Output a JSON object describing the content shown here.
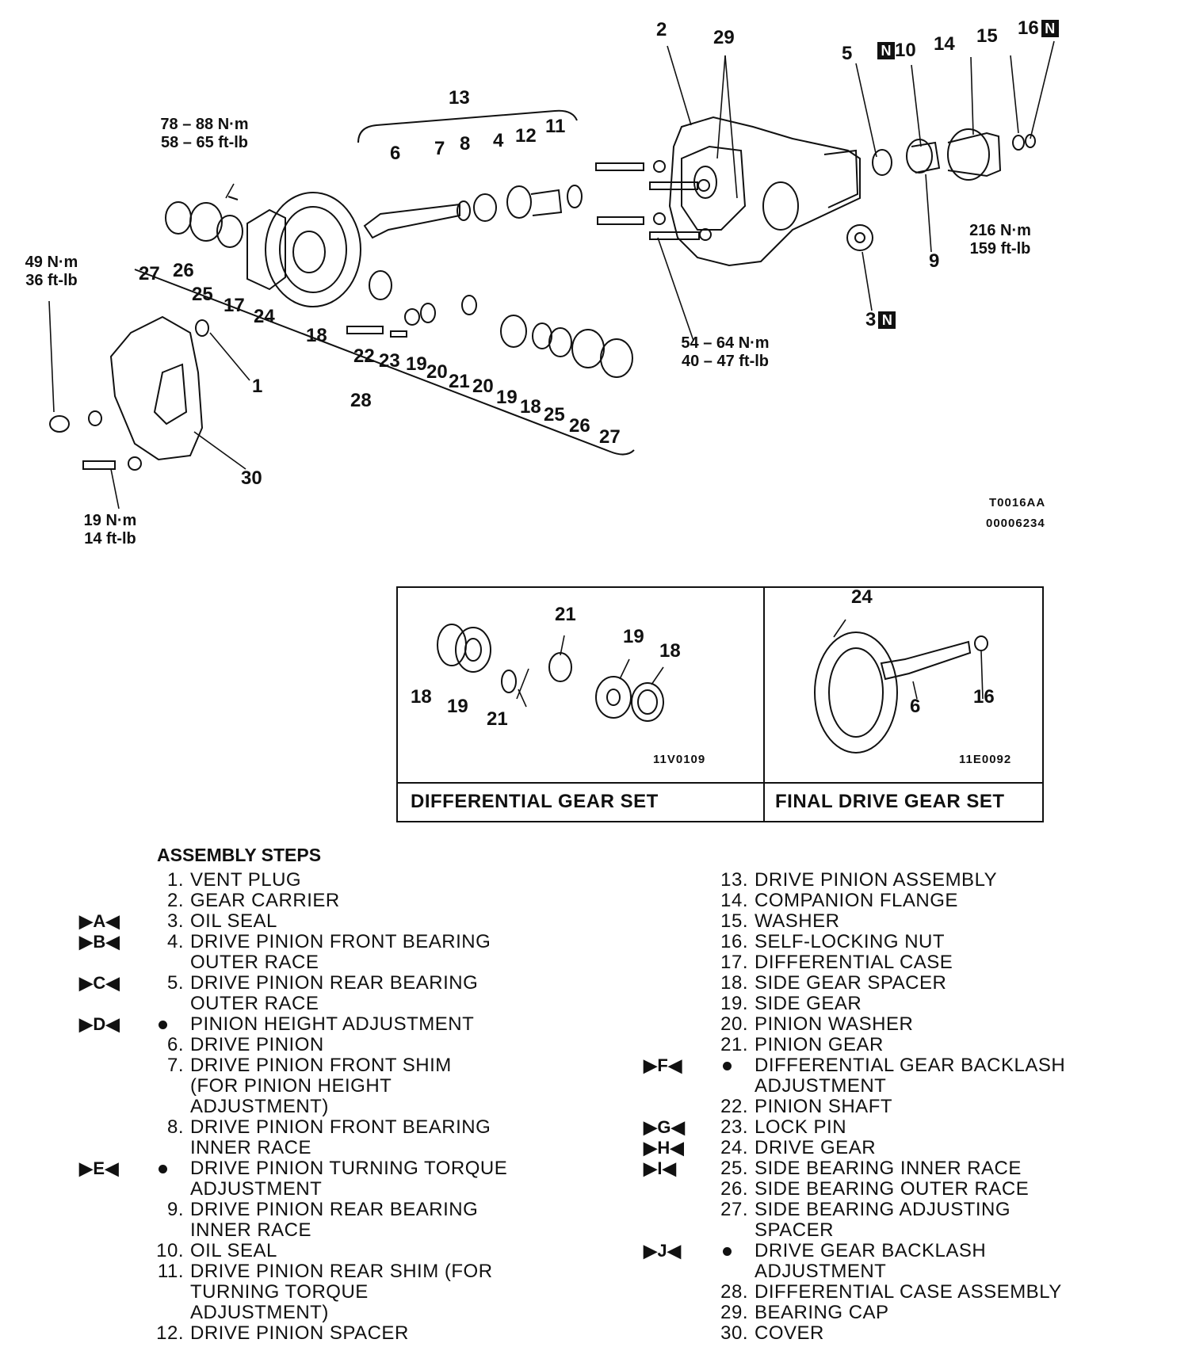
{
  "diagram": {
    "callouts": [
      "2",
      "29",
      "5",
      "10",
      "14",
      "15",
      "16",
      "13",
      "6",
      "7",
      "8",
      "4",
      "12",
      "11",
      "27",
      "26",
      "25",
      "17",
      "24",
      "18",
      "22",
      "23",
      "19",
      "20",
      "21",
      "20",
      "19",
      "18",
      "25",
      "26",
      "27",
      "1",
      "28",
      "30",
      "9",
      "3"
    ],
    "n_mark": "N",
    "torque_specs": [
      {
        "nm": "78 – 88 N·m",
        "ftlb": "58 – 65 ft-lb"
      },
      {
        "nm": "49 N·m",
        "ftlb": "36 ft-lb"
      },
      {
        "nm": "216 N·m",
        "ftlb": "159 ft-lb"
      },
      {
        "nm": "54 – 64 N·m",
        "ftlb": "40 – 47 ft-lb"
      },
      {
        "nm": "19 N·m",
        "ftlb": "14 ft-lb"
      }
    ],
    "codes": [
      "T0016AA",
      "00006234"
    ]
  },
  "inset": {
    "left": {
      "callouts": [
        "21",
        "19",
        "18",
        "18",
        "19",
        "21"
      ],
      "code": "11V0109",
      "caption": "DIFFERENTIAL GEAR SET"
    },
    "right": {
      "callouts": [
        "24",
        "6",
        "16"
      ],
      "code": "11E0092",
      "caption": "FINAL DRIVE GEAR SET"
    }
  },
  "assembly": {
    "title": "ASSEMBLY STEPS",
    "left": [
      {
        "mark": "",
        "num": "1.",
        "lines": [
          "VENT PLUG"
        ]
      },
      {
        "mark": "",
        "num": "2.",
        "lines": [
          "GEAR CARRIER"
        ]
      },
      {
        "mark": "▶A◀",
        "num": "3.",
        "lines": [
          "OIL SEAL"
        ]
      },
      {
        "mark": "▶B◀",
        "num": "4.",
        "lines": [
          "DRIVE PINION FRONT BEARING",
          "OUTER RACE"
        ]
      },
      {
        "mark": "▶C◀",
        "num": "5.",
        "lines": [
          "DRIVE PINION REAR BEARING",
          "OUTER RACE"
        ]
      },
      {
        "mark": "▶D◀",
        "num": "●",
        "lines": [
          "PINION HEIGHT ADJUSTMENT"
        ]
      },
      {
        "mark": "",
        "num": "6.",
        "lines": [
          "DRIVE PINION"
        ]
      },
      {
        "mark": "",
        "num": "7.",
        "lines": [
          "DRIVE PINION FRONT SHIM",
          "(FOR PINION HEIGHT",
          "ADJUSTMENT)"
        ]
      },
      {
        "mark": "",
        "num": "8.",
        "lines": [
          "DRIVE PINION FRONT BEARING",
          "INNER RACE"
        ]
      },
      {
        "mark": "▶E◀",
        "num": "●",
        "lines": [
          "DRIVE PINION TURNING TORQUE",
          "ADJUSTMENT"
        ]
      },
      {
        "mark": "",
        "num": "9.",
        "lines": [
          "DRIVE PINION REAR BEARING",
          "INNER RACE"
        ]
      },
      {
        "mark": "",
        "num": "10.",
        "lines": [
          "OIL SEAL"
        ]
      },
      {
        "mark": "",
        "num": "11.",
        "lines": [
          "DRIVE PINION REAR SHIM (FOR",
          "TURNING TORQUE",
          "ADJUSTMENT)"
        ]
      },
      {
        "mark": "",
        "num": "12.",
        "lines": [
          "DRIVE PINION SPACER"
        ]
      }
    ],
    "right": [
      {
        "mark": "",
        "num": "13.",
        "lines": [
          "DRIVE PINION ASSEMBLY"
        ]
      },
      {
        "mark": "",
        "num": "14.",
        "lines": [
          "COMPANION FLANGE"
        ]
      },
      {
        "mark": "",
        "num": "15.",
        "lines": [
          "WASHER"
        ]
      },
      {
        "mark": "",
        "num": "16.",
        "lines": [
          "SELF-LOCKING NUT"
        ]
      },
      {
        "mark": "",
        "num": "17.",
        "lines": [
          "DIFFERENTIAL CASE"
        ]
      },
      {
        "mark": "",
        "num": "18.",
        "lines": [
          "SIDE GEAR SPACER"
        ]
      },
      {
        "mark": "",
        "num": "19.",
        "lines": [
          "SIDE GEAR"
        ]
      },
      {
        "mark": "",
        "num": "20.",
        "lines": [
          "PINION WASHER"
        ]
      },
      {
        "mark": "",
        "num": "21.",
        "lines": [
          "PINION GEAR"
        ]
      },
      {
        "mark": "▶F◀",
        "num": "●",
        "lines": [
          "DIFFERENTIAL GEAR BACKLASH",
          "ADJUSTMENT"
        ]
      },
      {
        "mark": "",
        "num": "22.",
        "lines": [
          "PINION SHAFT"
        ]
      },
      {
        "mark": "▶G◀",
        "num": "23.",
        "lines": [
          "LOCK PIN"
        ]
      },
      {
        "mark": "▶H◀",
        "num": "24.",
        "lines": [
          "DRIVE GEAR"
        ]
      },
      {
        "mark": "▶I◀",
        "num": "25.",
        "lines": [
          "SIDE BEARING INNER RACE"
        ]
      },
      {
        "mark": "",
        "num": "26.",
        "lines": [
          "SIDE BEARING OUTER RACE"
        ]
      },
      {
        "mark": "",
        "num": "27.",
        "lines": [
          "SIDE BEARING ADJUSTING",
          "SPACER"
        ]
      },
      {
        "mark": "▶J◀",
        "num": "●",
        "lines": [
          "DRIVE GEAR BACKLASH",
          "ADJUSTMENT"
        ]
      },
      {
        "mark": "",
        "num": "28.",
        "lines": [
          "DIFFERENTIAL CASE ASSEMBLY"
        ]
      },
      {
        "mark": "",
        "num": "29.",
        "lines": [
          "BEARING CAP"
        ]
      },
      {
        "mark": "",
        "num": "30.",
        "lines": [
          "COVER"
        ]
      }
    ]
  }
}
